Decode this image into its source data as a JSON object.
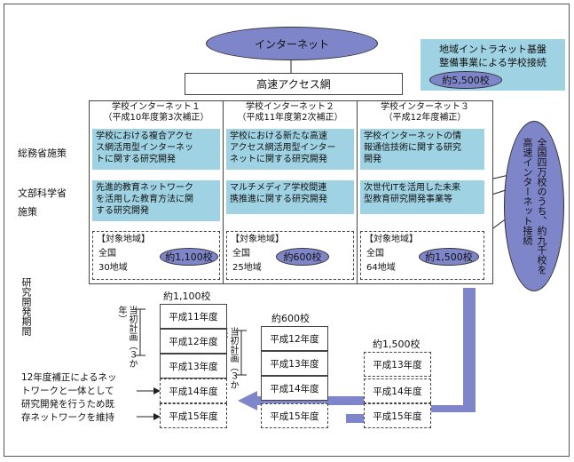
{
  "internet": "インターネット",
  "highspeed": "高速アクセス網",
  "intranet": {
    "line1": "地域イントラネット基盤",
    "line2": "整備事業による学校接続",
    "count": "約5,500校"
  },
  "right_oval": {
    "col1": "全国四万校のうち、約九千校を",
    "col2": "高速インターネット接続"
  },
  "rows": {
    "soumu": "総務省施策",
    "monbu1": "文部科学省",
    "monbu2": "施策",
    "kenkyu": "研究開発期間"
  },
  "projects": [
    {
      "title": "学校インターネット１",
      "sub": "（平成10年度第3次補正）",
      "soumu": [
        "学校における複合アクセ",
        "ス網活用型インターネッ",
        "トに関する研究開発"
      ],
      "monbu": [
        "先進的教育ネットワーク",
        "を活用した教育方法に関",
        "する研究開発"
      ],
      "area_label": "【対象地域】",
      "area1": "全国",
      "area2": "30地域",
      "count": "約1,100校"
    },
    {
      "title": "学校インターネット２",
      "sub": "（平成11年度第2次補正）",
      "soumu": [
        "学校における新たな高速",
        "アクセス網活用型インター",
        "ネットに関する研究開発"
      ],
      "monbu": [
        "マルチメディア学校間連",
        "携推進に関する研究開発"
      ],
      "area_label": "【対象地域】",
      "area1": "全国",
      "area2": "25地域",
      "count": "約600校"
    },
    {
      "title": "学校インターネット３",
      "sub": "（平成12年度補正）",
      "soumu": [
        "学校インターネットの情",
        "報通信技術に関する研究",
        "開発"
      ],
      "monbu": [
        "次世代ITを活用した未来",
        "型教育研究開発事業等"
      ],
      "area_label": "【対象地域】",
      "area1": "全国",
      "area2": "64地域",
      "count": "約1,500校"
    }
  ],
  "bottom": {
    "c1_count": "約1,100校",
    "c2_count": "約600校",
    "c3_count": "約1,500校",
    "plan1": "当初計画（３か年）",
    "plan2": "当初計画（３か年）",
    "y11": "平成11年度",
    "y12": "平成12年度",
    "y13": "平成13年度",
    "y14": "平成14年度",
    "y15": "平成15年度",
    "note": [
      "12年度補正によるネッ",
      "トワークと一体として",
      "研究開発を行うため既",
      "存ネットワークを維持"
    ]
  }
}
